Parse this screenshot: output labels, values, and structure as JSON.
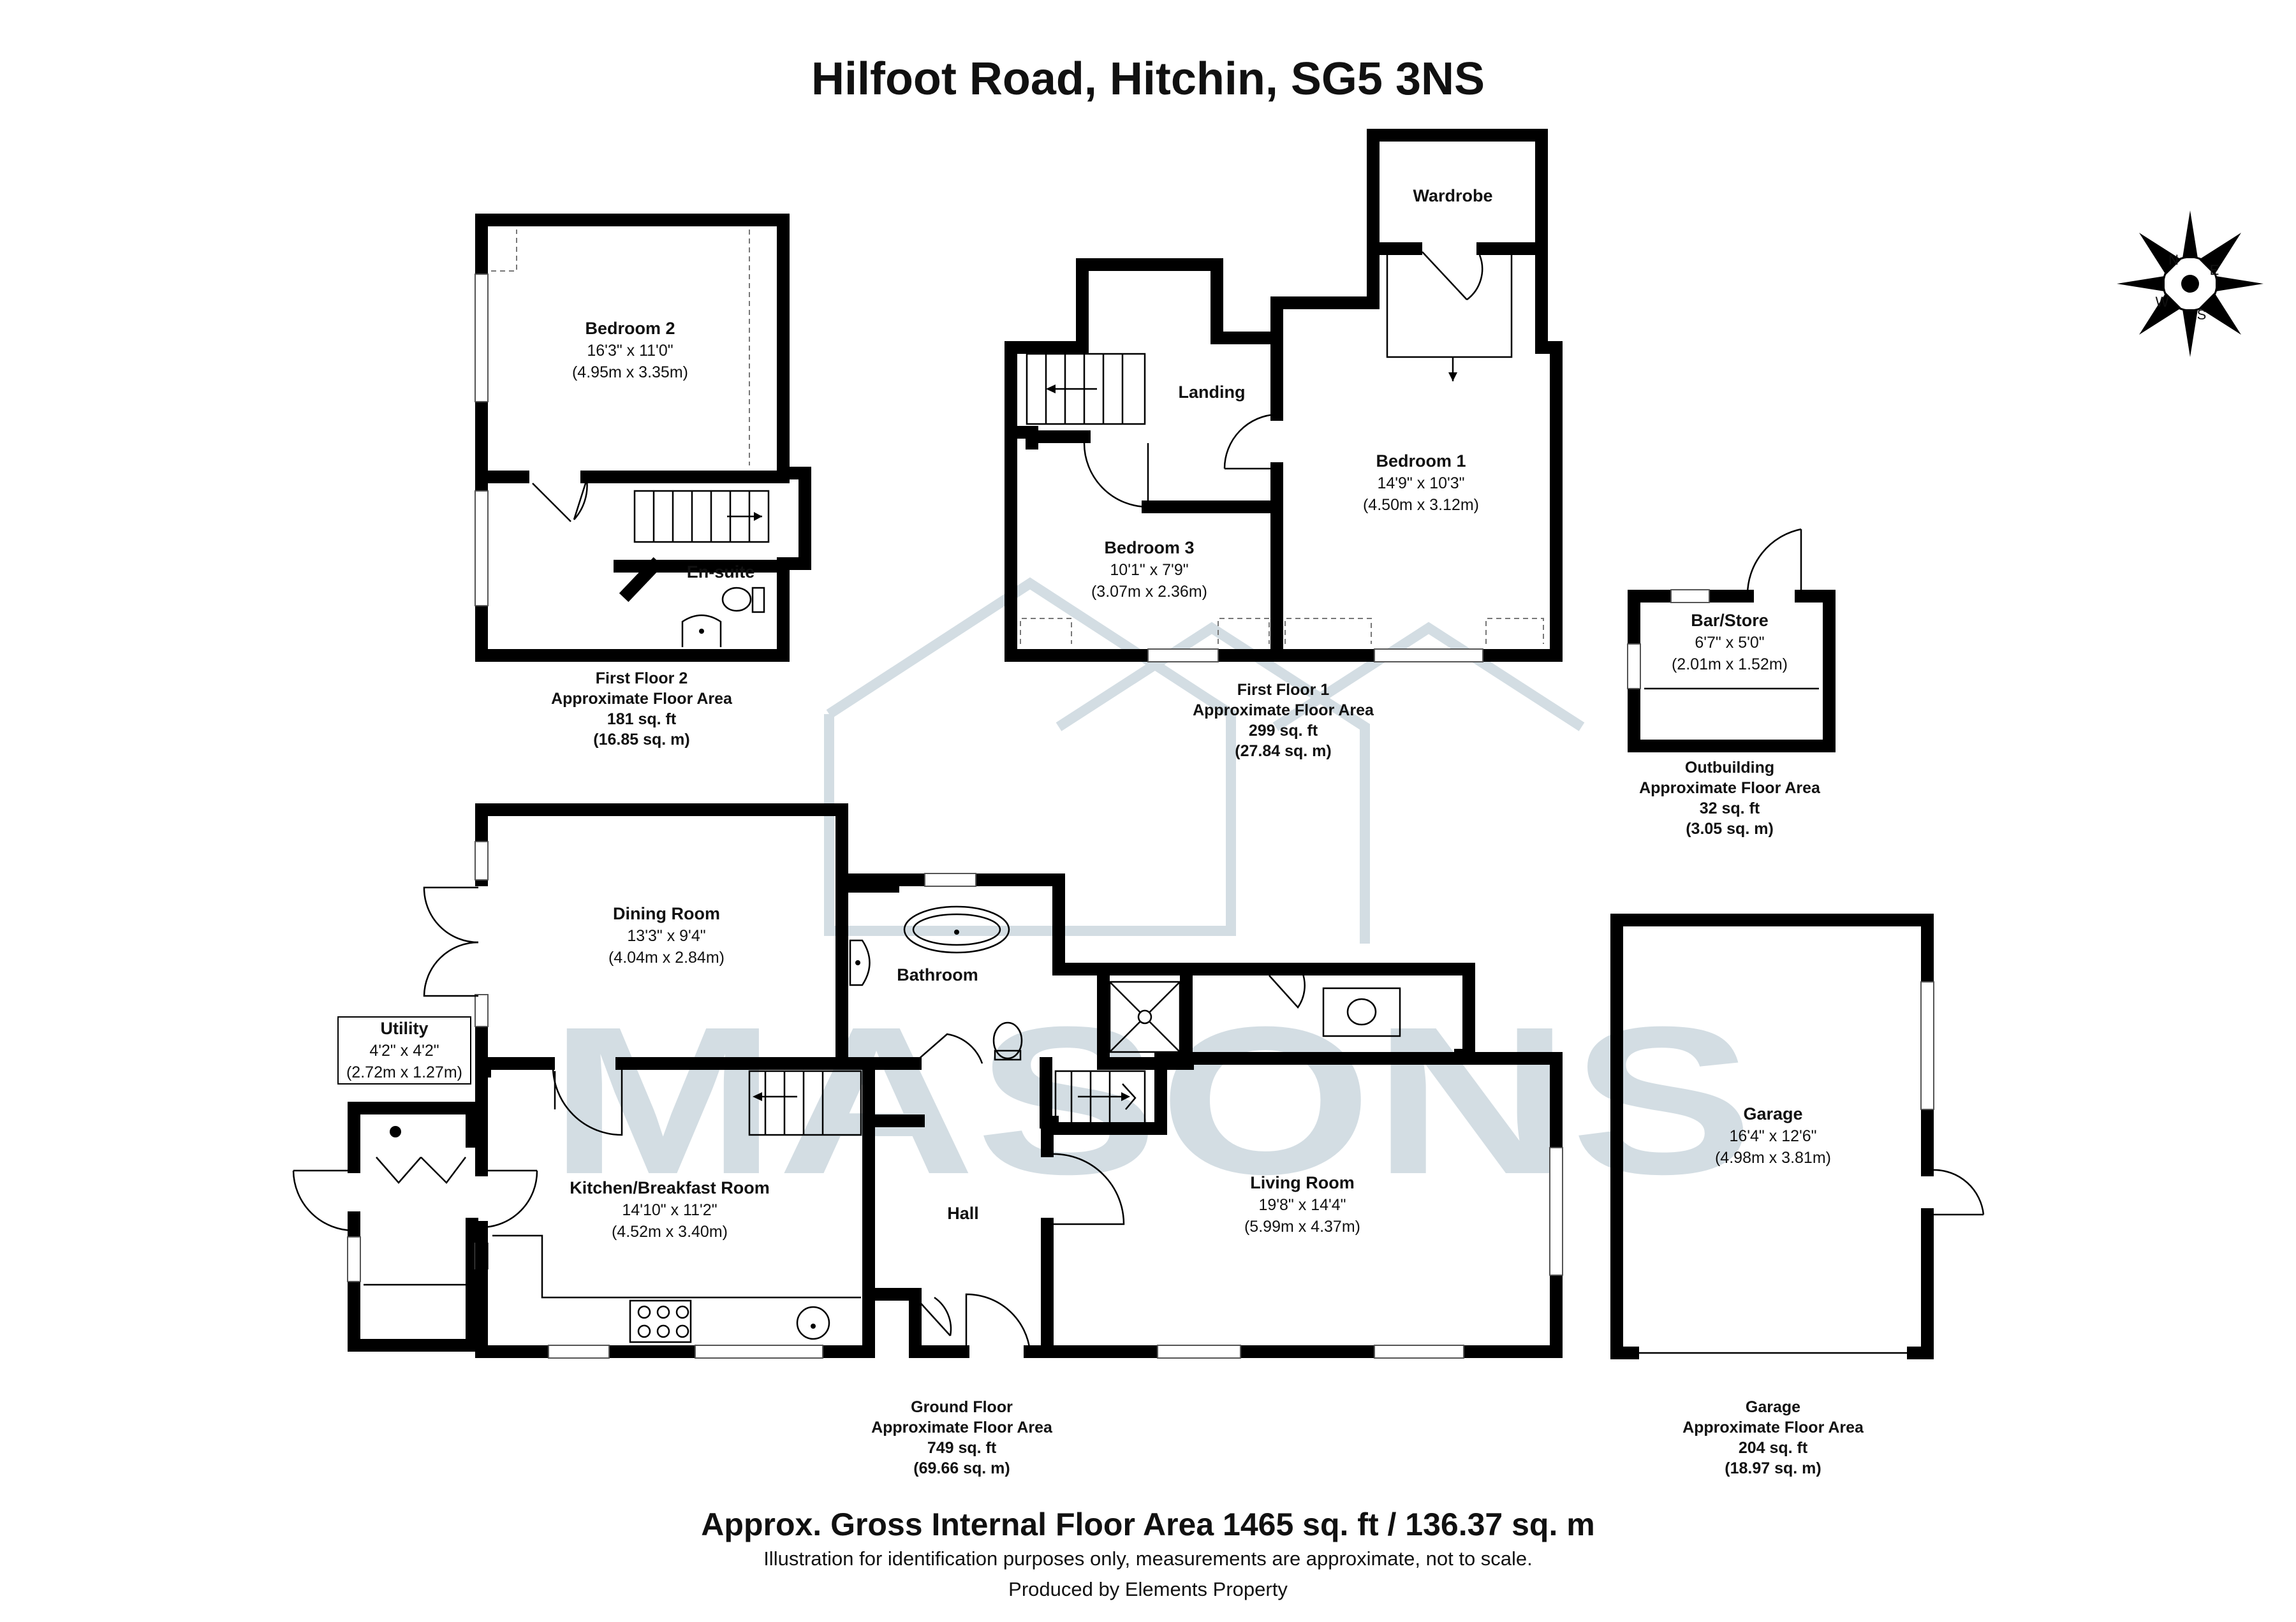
{
  "title": "Hilfoot Road, Hitchin, SG5 3NS",
  "watermark": "MASONS",
  "compass": {
    "n": "N",
    "e": "E",
    "s": "S",
    "w": "W"
  },
  "rooms": {
    "bedroom2": {
      "name": "Bedroom 2",
      "imperial": "16'3\" x 11'0\"",
      "metric": "(4.95m x 3.35m)"
    },
    "ensuite": {
      "name": "En-suite"
    },
    "wardrobe": {
      "name": "Wardrobe"
    },
    "landing": {
      "name": "Landing"
    },
    "bedroom1": {
      "name": "Bedroom 1",
      "imperial": "14'9\" x 10'3\"",
      "metric": "(4.50m x 3.12m)"
    },
    "bedroom3": {
      "name": "Bedroom 3",
      "imperial": "10'1\" x 7'9\"",
      "metric": "(3.07m x 2.36m)"
    },
    "barstore": {
      "name": "Bar/Store",
      "imperial": "6'7\" x 5'0\"",
      "metric": "(2.01m x 1.52m)"
    },
    "dining": {
      "name": "Dining Room",
      "imperial": "13'3\" x 9'4\"",
      "metric": "(4.04m x 2.84m)"
    },
    "bathroom": {
      "name": "Bathroom"
    },
    "utility": {
      "name": "Utility",
      "imperial": "4'2\" x 4'2\"",
      "metric": "(2.72m x 1.27m)"
    },
    "kitchen": {
      "name": "Kitchen/Breakfast Room",
      "imperial": "14'10\" x 11'2\"",
      "metric": "(4.52m x 3.40m)"
    },
    "hall": {
      "name": "Hall"
    },
    "living": {
      "name": "Living Room",
      "imperial": "19'8\" x 14'4\"",
      "metric": "(5.99m x 4.37m)"
    },
    "garage": {
      "name": "Garage",
      "imperial": "16'4\" x 12'6\"",
      "metric": "(4.98m x 3.81m)"
    }
  },
  "floors": {
    "first2": {
      "name": "First Floor 2",
      "label": "Approximate Floor Area",
      "sqft": "181 sq. ft",
      "sqm": "(16.85 sq. m)"
    },
    "first1": {
      "name": "First Floor 1",
      "label": "Approximate Floor Area",
      "sqft": "299 sq. ft",
      "sqm": "(27.84 sq. m)"
    },
    "outbuilding": {
      "name": "Outbuilding",
      "label": "Approximate Floor Area",
      "sqft": "32 sq. ft",
      "sqm": "(3.05 sq. m)"
    },
    "ground": {
      "name": "Ground Floor",
      "label": "Approximate Floor Area",
      "sqft": "749 sq. ft",
      "sqm": "(69.66 sq. m)"
    },
    "garage": {
      "name": "Garage",
      "label": "Approximate Floor Area",
      "sqft": "204 sq. ft",
      "sqm": "(18.97 sq. m)"
    }
  },
  "footer": {
    "gross": "Approx. Gross Internal Floor Area 1465 sq. ft / 136.37 sq. m",
    "disclaimer": "Illustration for identification purposes only, measurements are approximate, not to scale.",
    "producer": "Produced by Elements Property"
  }
}
